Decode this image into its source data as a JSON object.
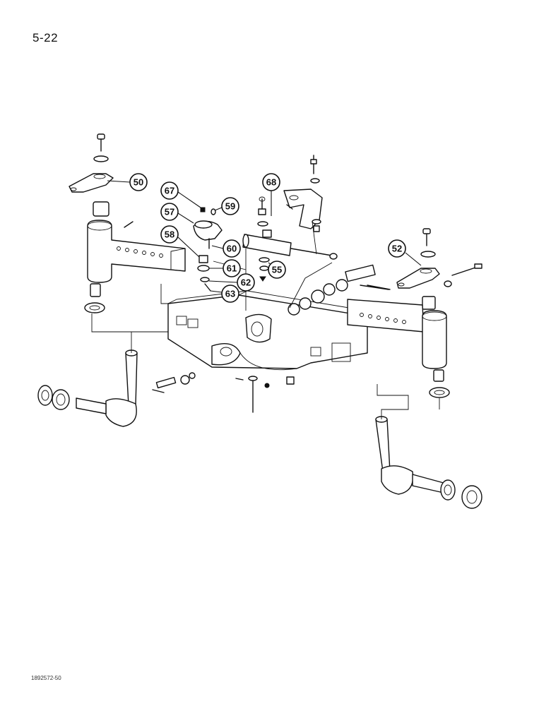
{
  "page_number": "5-22",
  "drawing_code": "1892572-50",
  "callouts": [
    {
      "id": "50",
      "label": "50"
    },
    {
      "id": "52",
      "label": "52"
    },
    {
      "id": "55",
      "label": "55"
    },
    {
      "id": "57",
      "label": "57"
    },
    {
      "id": "58",
      "label": "58"
    },
    {
      "id": "59",
      "label": "59"
    },
    {
      "id": "60",
      "label": "60"
    },
    {
      "id": "61",
      "label": "61"
    },
    {
      "id": "62",
      "label": "62"
    },
    {
      "id": "63",
      "label": "63"
    },
    {
      "id": "67",
      "label": "67"
    },
    {
      "id": "68",
      "label": "68"
    }
  ]
}
